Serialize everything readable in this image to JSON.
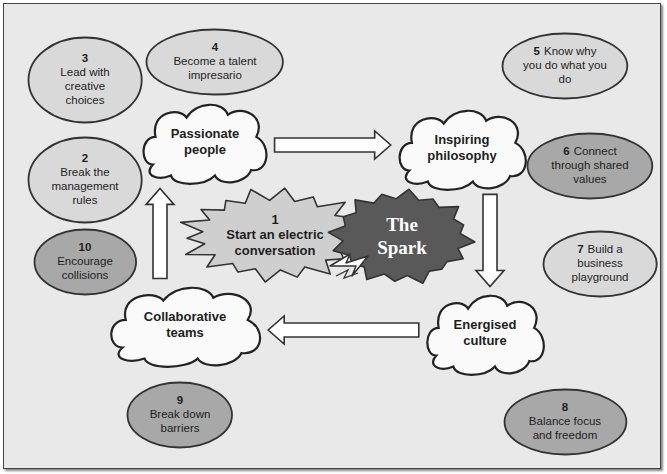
{
  "diagram": {
    "nodes": [
      {
        "text": [
          "3",
          "Lead with creative choices"
        ]
      },
      {
        "text": [
          "4",
          "Become a talent impresario"
        ]
      },
      {
        "text": [
          "5",
          "Know why you do what you do"
        ]
      },
      {
        "text": [
          "2",
          "Break the management rules"
        ]
      },
      {
        "text": [
          "Passionate people"
        ]
      },
      {
        "text": [
          "Inspiring philosophy"
        ]
      },
      {
        "text": [
          "6",
          "Connect through shared values"
        ]
      },
      {
        "text": [
          "1",
          "Start an electric conversation"
        ]
      },
      {
        "text": [
          "The Spark"
        ]
      },
      {
        "text": [
          "10",
          "Encourage collisions"
        ]
      },
      {
        "text": [
          "7",
          "Build a business playground"
        ]
      },
      {
        "text": [
          "Collaborative teams"
        ]
      },
      {
        "text": [
          "Energised culture"
        ]
      },
      {
        "text": [
          "9",
          "Break down barriers"
        ]
      },
      {
        "text": [
          "8",
          "Balance focus and freedom"
        ]
      }
    ],
    "edges": [
      {
        "from": 4,
        "to": 5,
        "arrow": "to"
      },
      {
        "from": 5,
        "to": 12,
        "arrow": "to"
      },
      {
        "from": 12,
        "to": 11,
        "arrow": "to"
      },
      {
        "from": 11,
        "to": 4,
        "arrow": "to"
      }
    ]
  }
}
